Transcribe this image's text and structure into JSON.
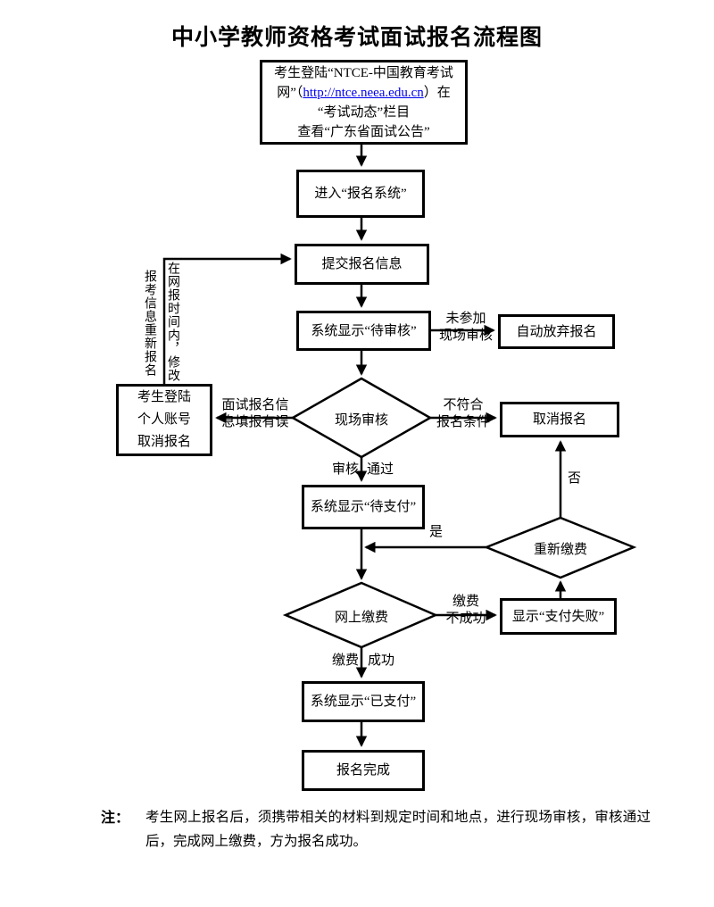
{
  "title": "中小学教师资格考试面试报名流程图",
  "colors": {
    "line": "#000000",
    "link": "#0000ee",
    "background": "#ffffff"
  },
  "nodes": {
    "login": {
      "line1": "考生登陆“NTCE-中国教育考试",
      "line2_pre": "网”（",
      "link": "http://ntce.neea.edu.cn",
      "line2_post": "）在",
      "line3": "“考试动态”栏目",
      "line4": "查看“广东省面试公告”"
    },
    "enter_system": "进入“报名系统”",
    "submit_info": "提交报名信息",
    "pending_review": "系统显示“待审核”",
    "auto_abandon": "自动放弃报名",
    "onsite_review": "现场审核",
    "cancel_registration": "取消报名",
    "candidate_cancel": "考生登陆\n个人账号\n取消报名",
    "pending_payment": "系统显示“待支付”",
    "repay": "重新缴费",
    "online_payment": "网上缴费",
    "payment_failed": "显示“支付失败”",
    "paid": "系统显示“已支付”",
    "complete": "报名完成"
  },
  "edge_labels": {
    "not_attend": "未参加\n现场审核",
    "info_error": "面试报名信\n息填报有误",
    "not_qualified": "不符合\n报名条件",
    "review_pass_left": "审核",
    "review_pass_right": "通过",
    "no": "否",
    "yes": "是",
    "pay_fail": "缴费\n不成功",
    "pay_success_left": "缴费",
    "pay_success_right": "成功",
    "modify_vertical_right": "在网报时间内，修改",
    "modify_vertical_left": "报考信息重新报名"
  },
  "note": {
    "label": "注：",
    "text": "考生网上报名后，须携带相关的材料到规定时间和地点，进行现场审核，审核通过后，完成网上缴费，方为报名成功。"
  }
}
